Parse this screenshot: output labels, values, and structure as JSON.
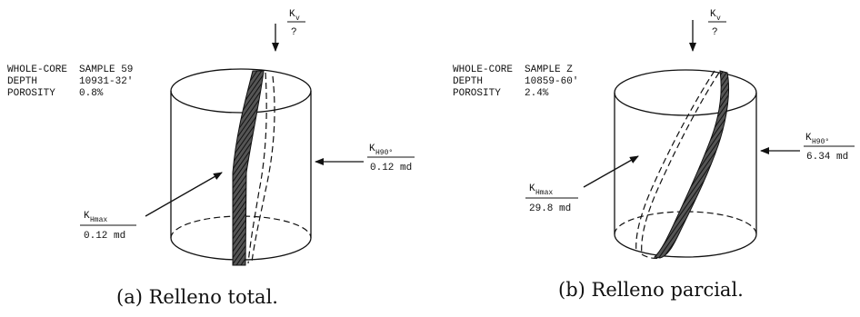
{
  "panels": [
    {
      "info": [
        {
          "label": "WHOLE-CORE",
          "value": "SAMPLE 59"
        },
        {
          "label": "DEPTH",
          "value": "10931-32'"
        },
        {
          "label": "POROSITY",
          "value": "0.8%"
        }
      ],
      "kv": {
        "main": "K",
        "sub": "v",
        "value": "?"
      },
      "kh90": {
        "main": "K",
        "sub": "H90°",
        "value": "0.12 md"
      },
      "khmax": {
        "main": "K",
        "sub": "Hmax",
        "value": "0.12 md"
      },
      "caption": "(a) Relleno total."
    },
    {
      "info": [
        {
          "label": "WHOLE-CORE",
          "value": "SAMPLE Z"
        },
        {
          "label": "DEPTH",
          "value": "10859-60'"
        },
        {
          "label": "POROSITY",
          "value": "2.4%"
        }
      ],
      "kv": {
        "main": "K",
        "sub": "v",
        "value": "?"
      },
      "kh90": {
        "main": "K",
        "sub": "H90°",
        "value": "6.34 md"
      },
      "khmax": {
        "main": "K",
        "sub": "Hmax",
        "value": "29.8 md"
      },
      "caption": "(b) Relleno parcial."
    }
  ]
}
